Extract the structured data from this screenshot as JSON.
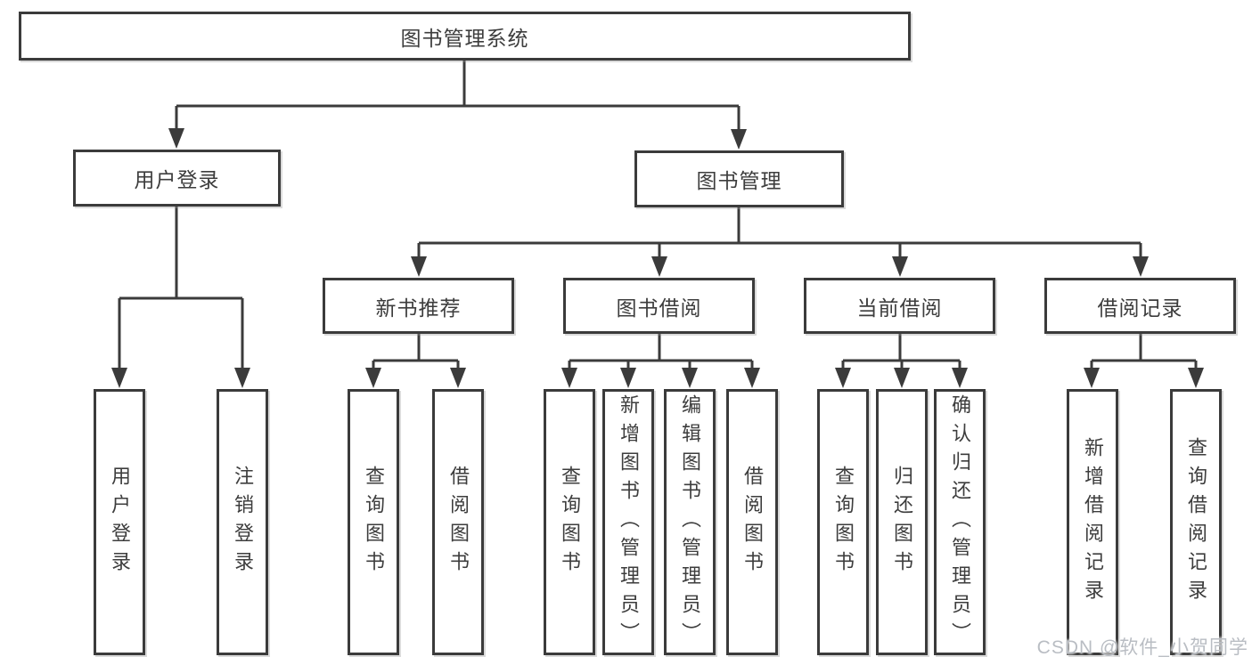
{
  "colors": {
    "line": "#3b3b3b",
    "box_border": "#3b3b3b",
    "text": "#3d3d3d",
    "background": "#ffffff",
    "watermark": "#b9bdc3"
  },
  "watermark": "CSDN @软件_小贺同学",
  "tree": {
    "label": "图书管理系统",
    "children": [
      {
        "label": "用户登录",
        "children": [
          {
            "label": "用户登录"
          },
          {
            "label": "注销登录"
          }
        ]
      },
      {
        "label": "图书管理",
        "children": [
          {
            "label": "新书推荐",
            "children": [
              {
                "label": "查询图书"
              },
              {
                "label": "借阅图书"
              }
            ]
          },
          {
            "label": "图书借阅",
            "children": [
              {
                "label": "查询图书"
              },
              {
                "label": "新增图书（管理员）"
              },
              {
                "label": "编辑图书（管理员）"
              },
              {
                "label": "借阅图书"
              }
            ]
          },
          {
            "label": "当前借阅",
            "children": [
              {
                "label": "查询图书"
              },
              {
                "label": "归还图书"
              },
              {
                "label": "确认归还（管理员）"
              }
            ]
          },
          {
            "label": "借阅记录",
            "children": [
              {
                "label": "新增借阅记录"
              },
              {
                "label": "查询借阅记录"
              }
            ]
          }
        ]
      }
    ]
  }
}
